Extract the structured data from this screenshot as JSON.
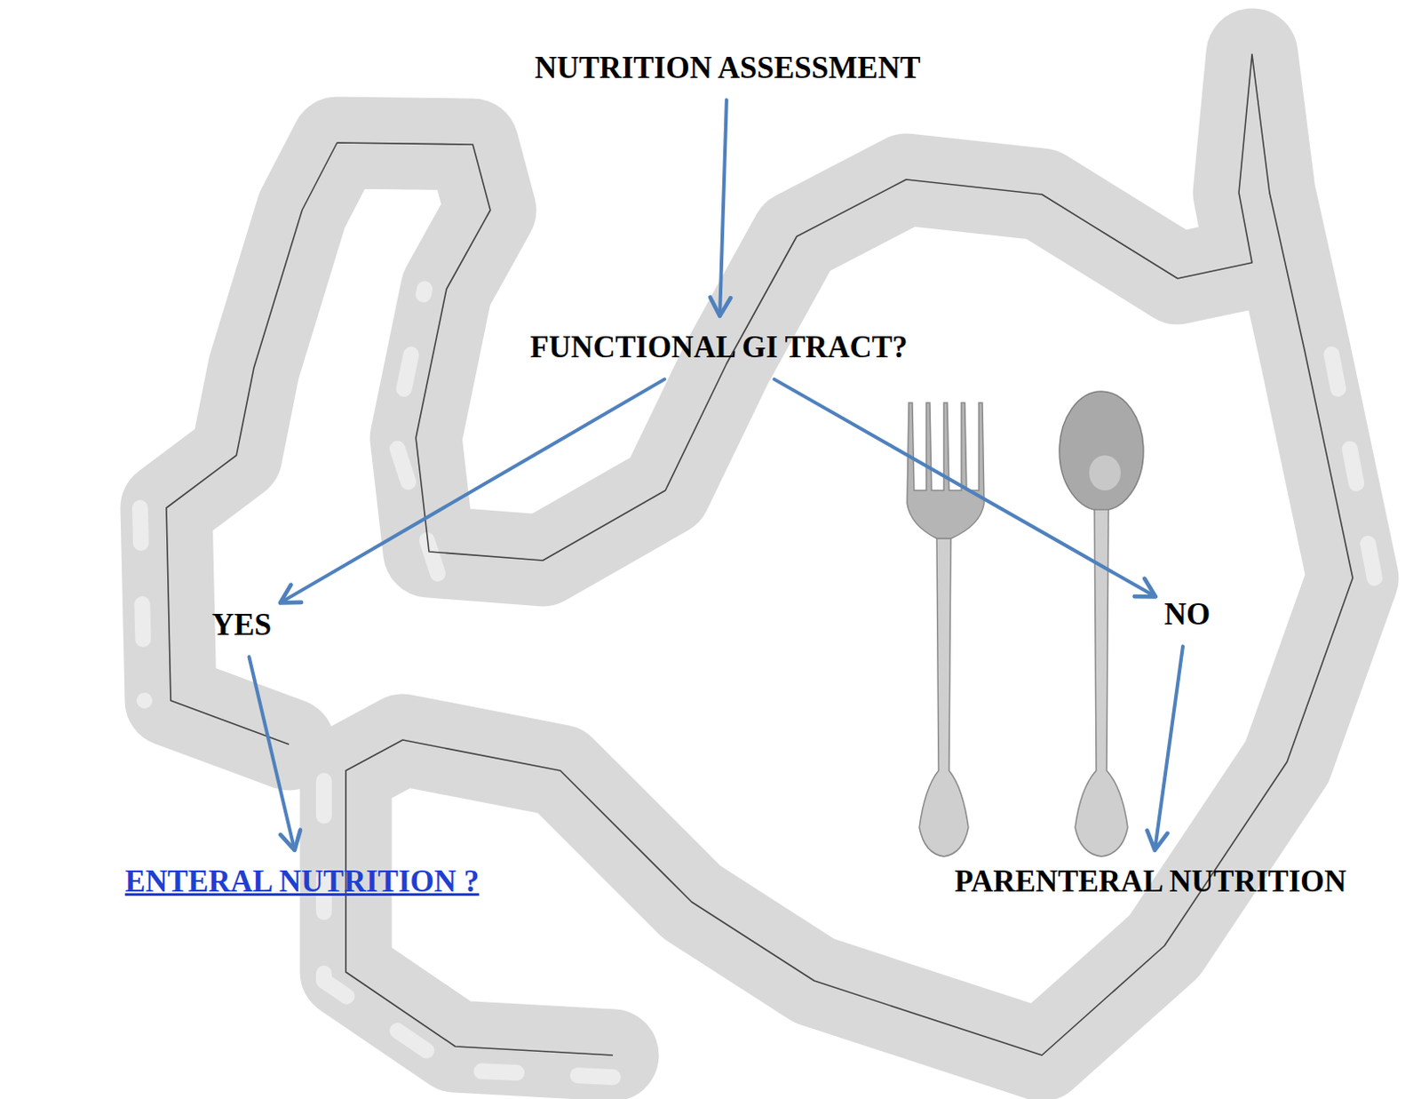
{
  "diagram": {
    "nodes": [
      {
        "text": [
          "NUTRITION ASSESSMENT"
        ]
      },
      {
        "text": [
          "FUNCTIONAL GI TRACT?"
        ]
      },
      {
        "text": [
          "YES"
        ]
      },
      {
        "text": [
          "NO"
        ]
      },
      {
        "text": [
          "ENTERAL NUTRITION ?"
        ]
      },
      {
        "text": [
          "PARENTERAL NUTRITION"
        ]
      }
    ],
    "edges": [
      {
        "from": 0,
        "to": 1,
        "arrow": "to"
      },
      {
        "from": 1,
        "to": 2,
        "arrow": "to"
      },
      {
        "from": 1,
        "to": 3,
        "arrow": "to"
      },
      {
        "from": 2,
        "to": 4,
        "arrow": "to"
      },
      {
        "from": 3,
        "to": 5,
        "arrow": "to"
      }
    ]
  }
}
